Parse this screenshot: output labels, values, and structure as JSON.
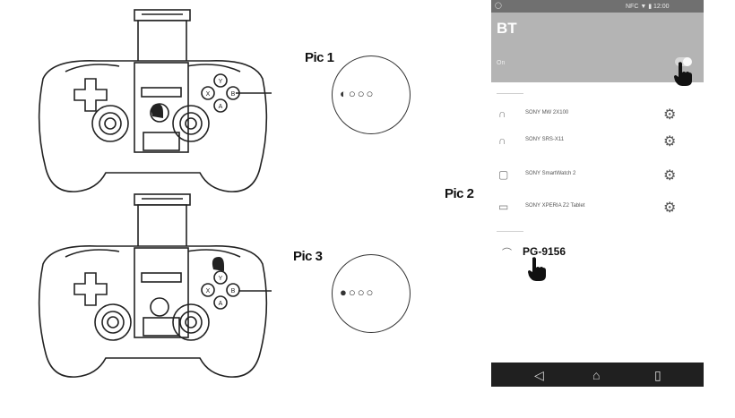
{
  "labels": {
    "pic1": "Pic 1",
    "pic2": "Pic 2",
    "pic3": "Pic 3"
  },
  "phone": {
    "status_bar": {
      "left_icon": "◯",
      "right_text": "NFC ▼ ▮ 12:00"
    },
    "app_bar": {
      "title": "BT",
      "toggle_label": "On"
    },
    "devices": [
      {
        "icon": "headphones-icon",
        "glyph": "∩",
        "name": "SONY MW 2X100"
      },
      {
        "icon": "speaker-icon",
        "glyph": "∩",
        "name": "SONY SRS-X11"
      },
      {
        "icon": "watch-icon",
        "glyph": "▢",
        "name": "SONY SmartWatch 2"
      },
      {
        "icon": "tablet-icon",
        "glyph": "▭",
        "name": "SONY XPERIA Z2 Tablet"
      }
    ],
    "paired_device": {
      "icon": "gamepad-icon",
      "glyph": "⌒",
      "name": "PG-9156"
    },
    "nav": {
      "back": "◁",
      "home": "⌂",
      "recents": "▯"
    }
  },
  "zoom1": {
    "dots": "◐○○○"
  },
  "zoom3": {
    "dots": "●○○○"
  }
}
